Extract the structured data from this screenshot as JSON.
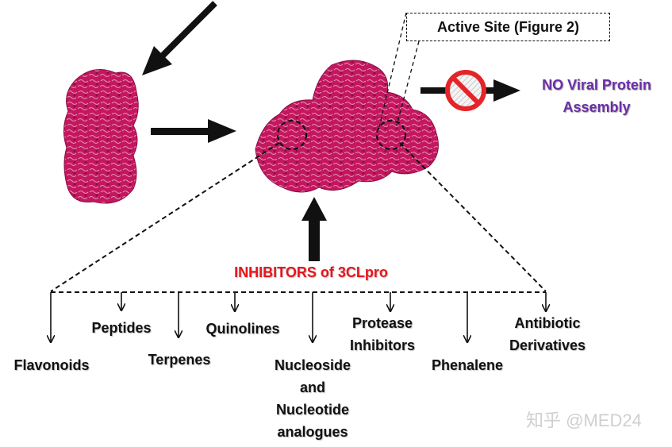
{
  "active_site_label": "Active Site (Figure 2)",
  "blocked_outcome": {
    "line1": "NO Viral Protein",
    "line2": "Assembly"
  },
  "inhibitors_title": "INHIBITORS of 3CLpro",
  "inhibitor_classes": [
    {
      "id": "flavonoids",
      "lines": [
        "Flavonoids"
      ]
    },
    {
      "id": "peptides",
      "lines": [
        "Peptides"
      ]
    },
    {
      "id": "terpenes",
      "lines": [
        "Terpenes"
      ]
    },
    {
      "id": "quinolines",
      "lines": [
        "Quinolines"
      ]
    },
    {
      "id": "nucleoside",
      "lines": [
        "Nucleoside",
        "and",
        "Nucleotide",
        "analogues"
      ]
    },
    {
      "id": "protease",
      "lines": [
        "Protease",
        "Inhibitors"
      ]
    },
    {
      "id": "phenalene",
      "lines": [
        "Phenalene"
      ]
    },
    {
      "id": "antibiotic",
      "lines": [
        "Antibiotic",
        "Derivatives"
      ]
    }
  ],
  "watermark": "知乎 @MED24",
  "colors": {
    "protein": "#c4175f",
    "protein_dark": "#8a0e42",
    "title_red": "#e8141c",
    "outcome_purple": "#6b2ea8",
    "prohibit_red": "#e52428"
  },
  "icons": [
    "prohibited-icon",
    "protein-monomer-icon",
    "protein-dimer-icon"
  ]
}
